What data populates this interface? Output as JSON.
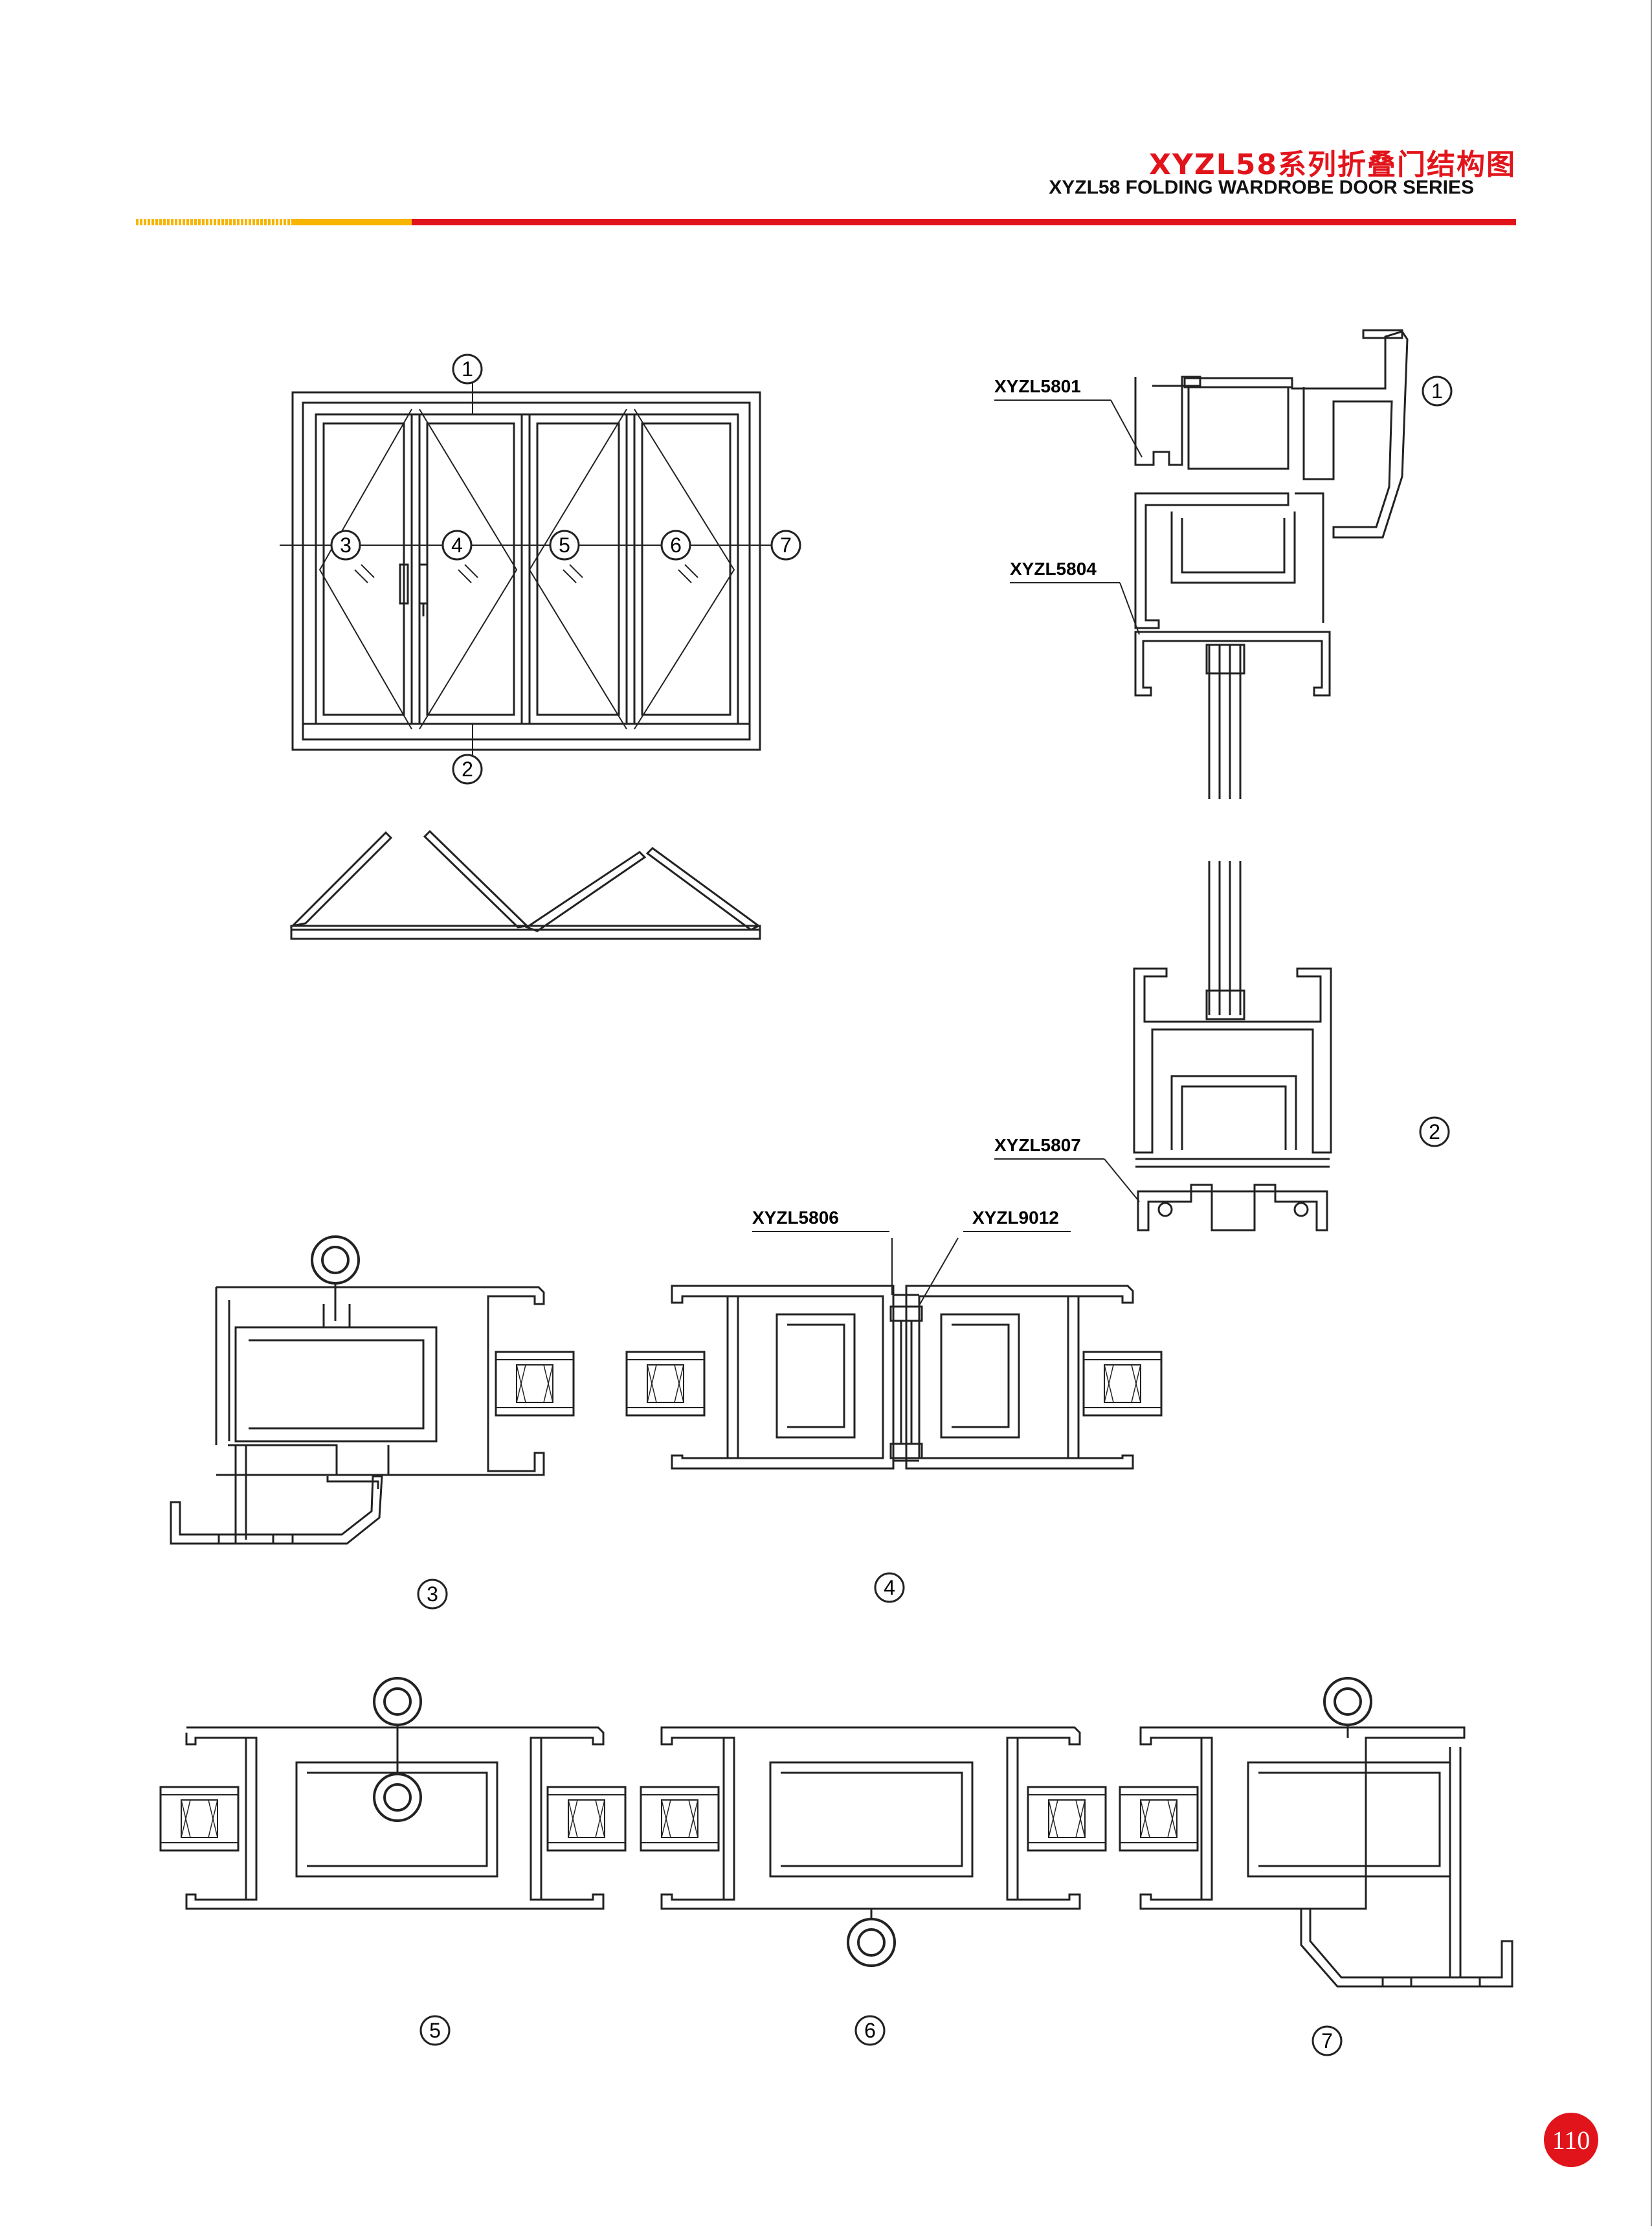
{
  "header": {
    "title_cn": "XYZL58系列折叠门结构图",
    "title_en": "XYZL58 FOLDING WARDROBE DOOR SERIES"
  },
  "elevation": {
    "markers": [
      "1",
      "2",
      "3",
      "4",
      "5",
      "6",
      "7"
    ]
  },
  "sections": {
    "top": {
      "profile_a": "XYZL5801",
      "profile_b": "XYZL5804",
      "marker": "1"
    },
    "bottom": {
      "profile": "XYZL5807",
      "marker": "2"
    },
    "s3": {
      "marker": "3"
    },
    "s4": {
      "profile_a": "XYZL5806",
      "profile_b": "XYZL9012",
      "marker": "4"
    },
    "s5": {
      "marker": "5"
    },
    "s6": {
      "marker": "6"
    },
    "s7": {
      "marker": "7"
    }
  },
  "page_number": "110",
  "colors": {
    "accent_red": "#e2141b",
    "accent_yellow": "#f7b500",
    "line": "#222222"
  }
}
